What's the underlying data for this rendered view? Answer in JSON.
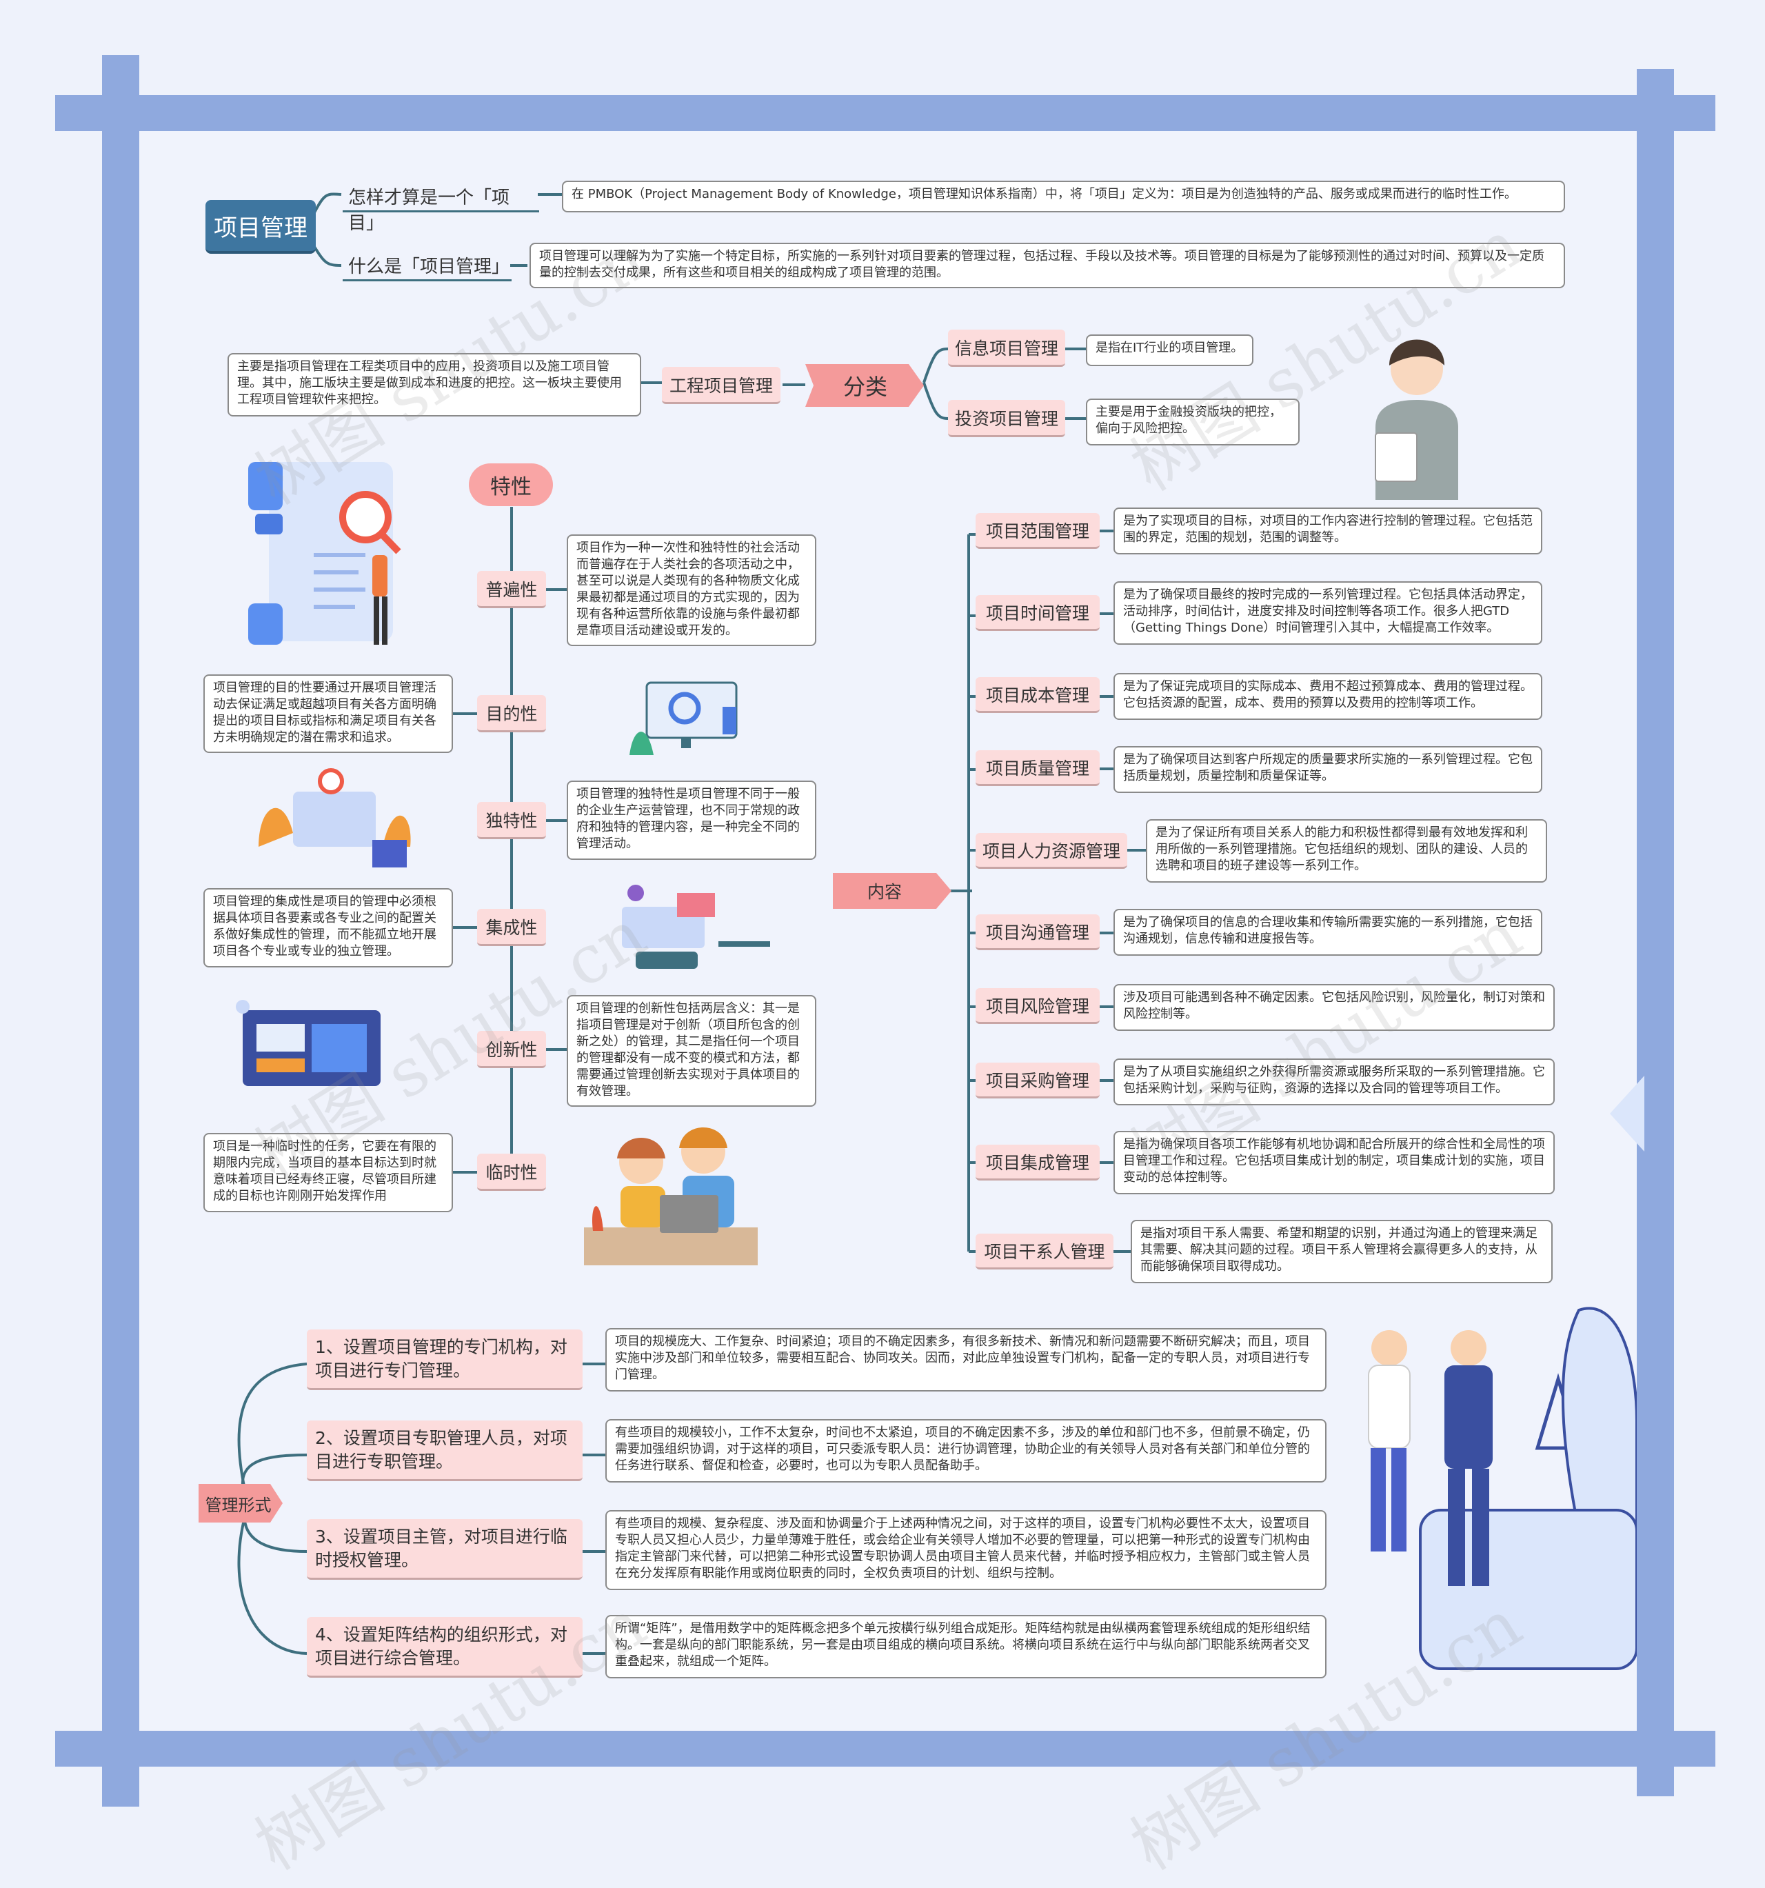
{
  "root": {
    "title": "项目管理"
  },
  "definitions": [
    {
      "label": "怎样才算是一个「项目」",
      "text": "在 PMBOK（Project Management Body of Knowledge，项目管理知识体系指南）中，将「项目」定义为：项目是为创造独特的产品、服务或成果而进行的临时性工作。"
    },
    {
      "label": "什么是「项目管理」",
      "text": "项目管理可以理解为为了实施一个特定目标，所实施的一系列针对项目要素的管理过程，包括过程、手段以及技术等。项目管理的目标是为了能够预测性的通过对时间、预算以及一定质量的控制去交付成果，所有这些和项目相关的组成构成了项目管理的范围。"
    }
  ],
  "classification": {
    "title": "分类",
    "engineering": {
      "label": "工程项目管理",
      "text": "主要是指项目管理在工程类项目中的应用，投资项目以及施工项目管理。其中，施工版块主要是做到成本和进度的把控。这一板块主要使用工程项目管理软件来把控。"
    },
    "items": [
      {
        "label": "信息项目管理",
        "text": "是指在IT行业的项目管理。"
      },
      {
        "label": "投资项目管理",
        "text": "主要是用于金融投资版块的把控，偏向于风险把控。"
      }
    ]
  },
  "features": {
    "title": "特性",
    "items": [
      {
        "label": "普遍性",
        "text": "项目作为一种一次性和独特性的社会活动而普遍存在于人类社会的各项活动之中，甚至可以说是人类现有的各种物质文化成果最初都是通过项目的方式实现的，因为现有各种运营所依靠的设施与条件最初都是靠项目活动建设或开发的。"
      },
      {
        "label": "目的性",
        "text": "项目管理的目的性要通过开展项目管理活动去保证满足或超越项目有关各方面明确提出的项目目标或指标和满足项目有关各方未明确规定的潜在需求和追求。"
      },
      {
        "label": "独特性",
        "text": "项目管理的独特性是项目管理不同于一般的企业生产运营管理，也不同于常规的政府和独特的管理内容，是一种完全不同的管理活动。"
      },
      {
        "label": "集成性",
        "text": "项目管理的集成性是项目的管理中必须根据具体项目各要素或各专业之间的配置关系做好集成性的管理，而不能孤立地开展项目各个专业或专业的独立管理。"
      },
      {
        "label": "创新性",
        "text": "项目管理的创新性包括两层含义：其一是指项目管理是对于创新（项目所包含的创新之处）的管理，其二是指任何一个项目的管理都没有一成不变的模式和方法，都需要通过管理创新去实现对于具体项目的有效管理。"
      },
      {
        "label": "临时性",
        "text": "项目是一种临时性的任务，它要在有限的期限内完成，当项目的基本目标达到时就意味着项目已经寿终正寝，尽管项目所建成的目标也许刚刚开始发挥作用"
      }
    ]
  },
  "content": {
    "title": "内容",
    "items": [
      {
        "label": "项目范围管理",
        "text": "是为了实现项目的目标，对项目的工作内容进行控制的管理过程。它包括范围的界定，范围的规划，范围的调整等。"
      },
      {
        "label": "项目时间管理",
        "text": "是为了确保项目最终的按时完成的一系列管理过程。它包括具体活动界定，活动排序，时间估计，进度安排及时间控制等各项工作。很多人把GTD（Getting Things Done）时间管理引入其中，大幅提高工作效率。"
      },
      {
        "label": "项目成本管理",
        "text": "是为了保证完成项目的实际成本、费用不超过预算成本、费用的管理过程。它包括资源的配置，成本、费用的预算以及费用的控制等项工作。"
      },
      {
        "label": "项目质量管理",
        "text": "是为了确保项目达到客户所规定的质量要求所实施的一系列管理过程。它包括质量规划，质量控制和质量保证等。"
      },
      {
        "label": "项目人力资源管理",
        "text": "是为了保证所有项目关系人的能力和积极性都得到最有效地发挥和利用所做的一系列管理措施。它包括组织的规划、团队的建设、人员的选聘和项目的班子建设等一系列工作。"
      },
      {
        "label": "项目沟通管理",
        "text": "是为了确保项目的信息的合理收集和传输所需要实施的一系列措施，它包括沟通规划，信息传输和进度报告等。"
      },
      {
        "label": "项目风险管理",
        "text": "涉及项目可能遇到各种不确定因素。它包括风险识别，风险量化，制订对策和风险控制等。"
      },
      {
        "label": "项目采购管理",
        "text": "是为了从项目实施组织之外获得所需资源或服务所采取的一系列管理措施。它包括采购计划，采购与征购，资源的选择以及合同的管理等项目工作。"
      },
      {
        "label": "项目集成管理",
        "text": "是指为确保项目各项工作能够有机地协调和配合所展开的综合性和全局性的项目管理工作和过程。它包括项目集成计划的制定，项目集成计划的实施，项目变动的总体控制等。"
      },
      {
        "label": "项目干系人管理",
        "text": "是指对项目干系人需要、希望和期望的识别，并通过沟通上的管理来满足其需要、解决其问题的过程。项目干系人管理将会赢得更多人的支持，从而能够确保项目取得成功。"
      }
    ]
  },
  "forms": {
    "title": "管理形式",
    "items": [
      {
        "label": "1、设置项目管理的专门机构，对项目进行专门管理。",
        "text": "项目的规模庞大、工作复杂、时间紧迫；项目的不确定因素多，有很多新技术、新情况和新问题需要不断研究解决；而且，项目实施中涉及部门和单位较多，需要相互配合、协同攻关。因而，对此应单独设置专门机构，配备一定的专职人员，对项目进行专门管理。"
      },
      {
        "label": "2、设置项目专职管理人员，对项目进行专职管理。",
        "text": "有些项目的规模较小，工作不太复杂，时间也不太紧迫，项目的不确定因素不多，涉及的单位和部门也不多，但前景不确定，仍需要加强组织协调，对于这样的项目，可只委派专职人员：进行协调管理，协助企业的有关领导人员对各有关部门和单位分管的任务进行联系、督促和检查，必要时，也可以为专职人员配备助手。"
      },
      {
        "label": "3、设置项目主管，对项目进行临时授权管理。",
        "text": "有些项目的规模、复杂程度、涉及面和协调量介于上述两种情况之间，对于这样的项目，设置专门机构必要性不太大，设置项目专职人员又担心人员少，力量单薄难于胜任，或会给企业有关领导人增加不必要的管理量，可以把第一种形式的设置专门机构由指定主管部门来代替，可以把第二种形式设置专职协调人员由项目主管人员来代替，并临时授予相应权力，主管部门或主管人员在充分发挥原有职能作用或岗位职责的同时，全权负责项目的计划、组织与控制。"
      },
      {
        "label": "4、设置矩阵结构的组织形式，对项目进行综合管理。",
        "text": "所谓“矩阵”，是借用数学中的矩阵概念把多个单元按横行纵列组合成矩形。矩阵结构就是由纵横两套管理系统组成的矩形组织结构。一套是纵向的部门职能系统，另一套是由项目组成的横向项目系统。将横向项目系统在运行中与纵向部门职能系统两者交叉重叠起来，就组成一个矩阵。"
      }
    ]
  },
  "watermark": "树图 shutu.cn",
  "colors": {
    "frame": "#8fa9de",
    "root": "#3e76a0",
    "pink": "#fcdcdc",
    "arrow": "#f49a9a",
    "line": "#3e6f7f"
  }
}
